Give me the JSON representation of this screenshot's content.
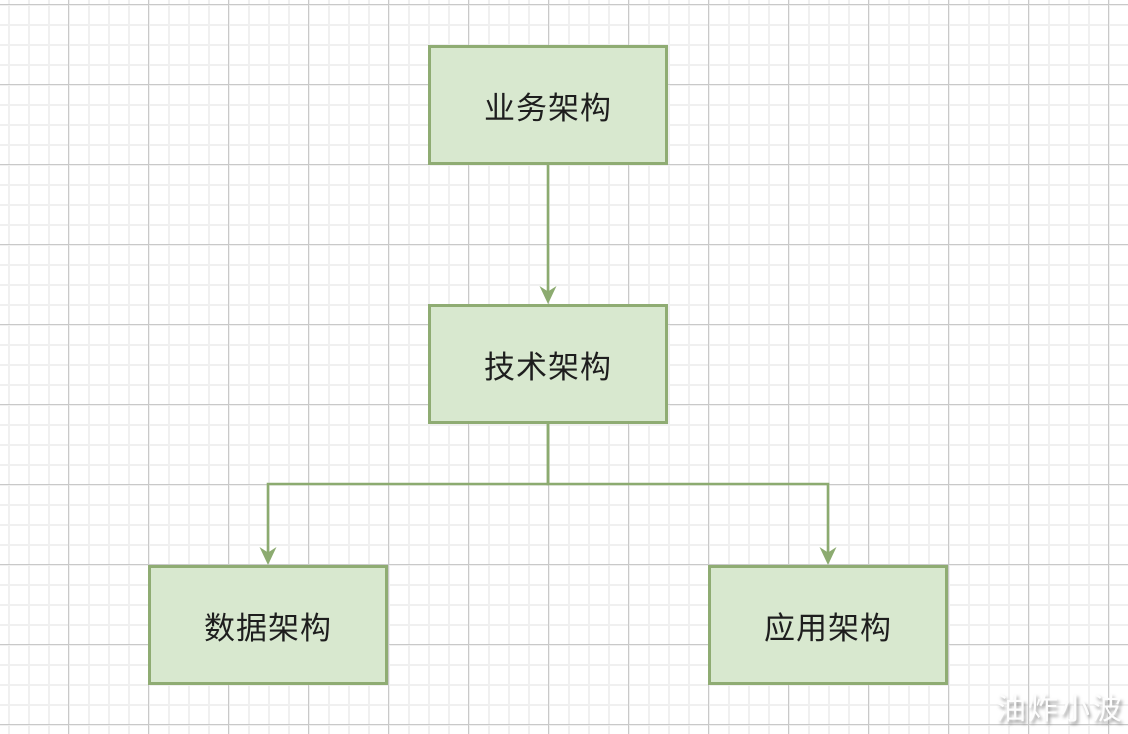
{
  "diagram": {
    "title": "architecture-flowchart",
    "nodes": [
      {
        "id": "business",
        "label": "业务架构"
      },
      {
        "id": "technology",
        "label": "技术架构"
      },
      {
        "id": "data",
        "label": "数据架构"
      },
      {
        "id": "application",
        "label": "应用架构"
      }
    ],
    "edges": [
      {
        "from": "business",
        "to": "technology",
        "arrow": "down"
      },
      {
        "from": "technology",
        "to": "data",
        "arrow": "down"
      },
      {
        "from": "technology",
        "to": "application",
        "arrow": "down"
      }
    ],
    "colors": {
      "node_fill": "#d8e8cf",
      "node_border": "#8fac73",
      "edge": "#8cab70",
      "label_text": "#1e1e1e",
      "grid_minor": "#f0f0f0",
      "grid_major": "#c9c9c9",
      "background": "#ffffff"
    }
  },
  "watermark": {
    "text": "油炸小波"
  }
}
